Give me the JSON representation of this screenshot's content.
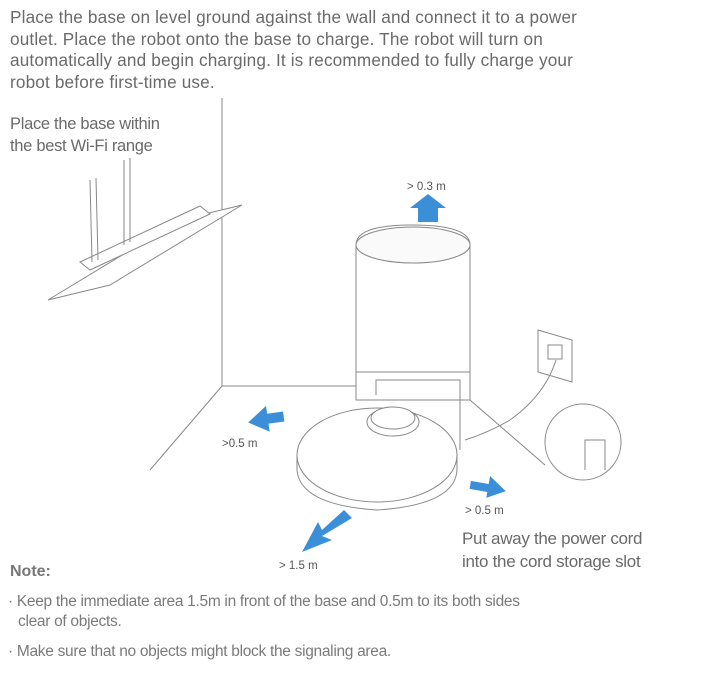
{
  "intro": {
    "lines": [
      "Place the base on level ground against the wall and connect it to a power",
      "outlet. Place the robot onto the base to charge. The robot will turn on",
      "automatically and begin charging. It is recommended to fully charge your",
      "robot before first-time use."
    ]
  },
  "illustration": {
    "wifi_label": [
      "Place the base within",
      "the best Wi-Fi range"
    ],
    "distances": {
      "top": "> 0.3 m",
      "left": ">0.5 m",
      "right": "> 0.5 m",
      "front": "> 1.5 m"
    },
    "cord_label": [
      "Put away the power cord",
      "into the cord storage slot"
    ],
    "arrow_color": "#3a8fd8"
  },
  "note": {
    "title": "Note:",
    "bullets": [
      [
        "Keep the immediate area 1.5m in front of the base and 0.5m to its both sides",
        "clear of objects."
      ],
      [
        "Make sure that no objects might block the signaling area."
      ]
    ]
  }
}
